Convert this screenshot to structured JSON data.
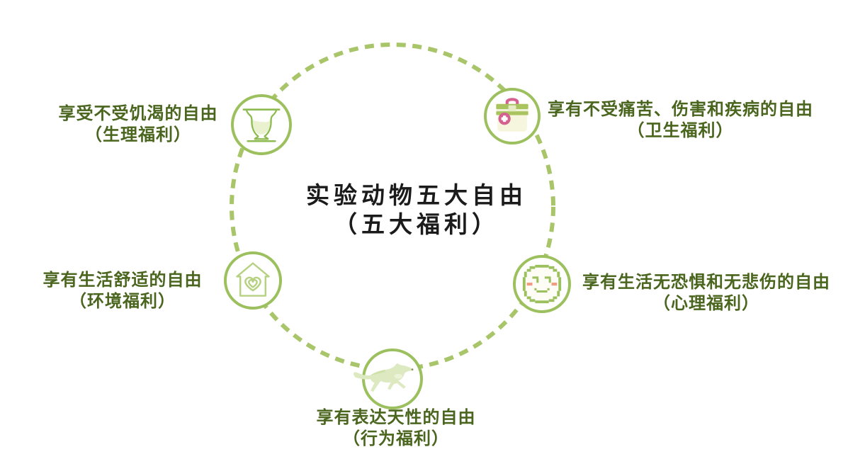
{
  "title": {
    "line1": "实验动物五大自由",
    "line2": "（五大福利）"
  },
  "items": [
    {
      "id": "physiology",
      "icon": "teacup-icon",
      "line1": "享受不受饥渴的自由",
      "line2": "（生理福利）"
    },
    {
      "id": "hygiene",
      "icon": "first-aid-kit-icon",
      "line1": "享有不受痛苦、伤害和疾病的自由",
      "line2": "（卫生福利）"
    },
    {
      "id": "environment",
      "icon": "house-heart-icon",
      "line1": "享有生活舒适的自由",
      "line2": "（环境福利）"
    },
    {
      "id": "psychology",
      "icon": "smiley-face-icon",
      "line1": "享有生活无恐惧和无悲伤的自由",
      "line2": "（心理福利）"
    },
    {
      "id": "behavior",
      "icon": "running-wolf-icon",
      "line1": "享有表达天性的自由",
      "line2": "（行为福利）"
    }
  ],
  "colors": {
    "dashed_ring": "#a9c56a",
    "icon_ring": "#9cc05e",
    "icon_outline": "#8fbc52",
    "label_text": "#4a651e",
    "title_text": "#1b1b1b",
    "accent_pink": "#d4618f",
    "blush": "#f29a7e",
    "pale_fill": "#f5f6dd",
    "liquid_fill": "#e9f1cf",
    "wolf_body": "#dde9c0",
    "background": "#ffffff"
  }
}
